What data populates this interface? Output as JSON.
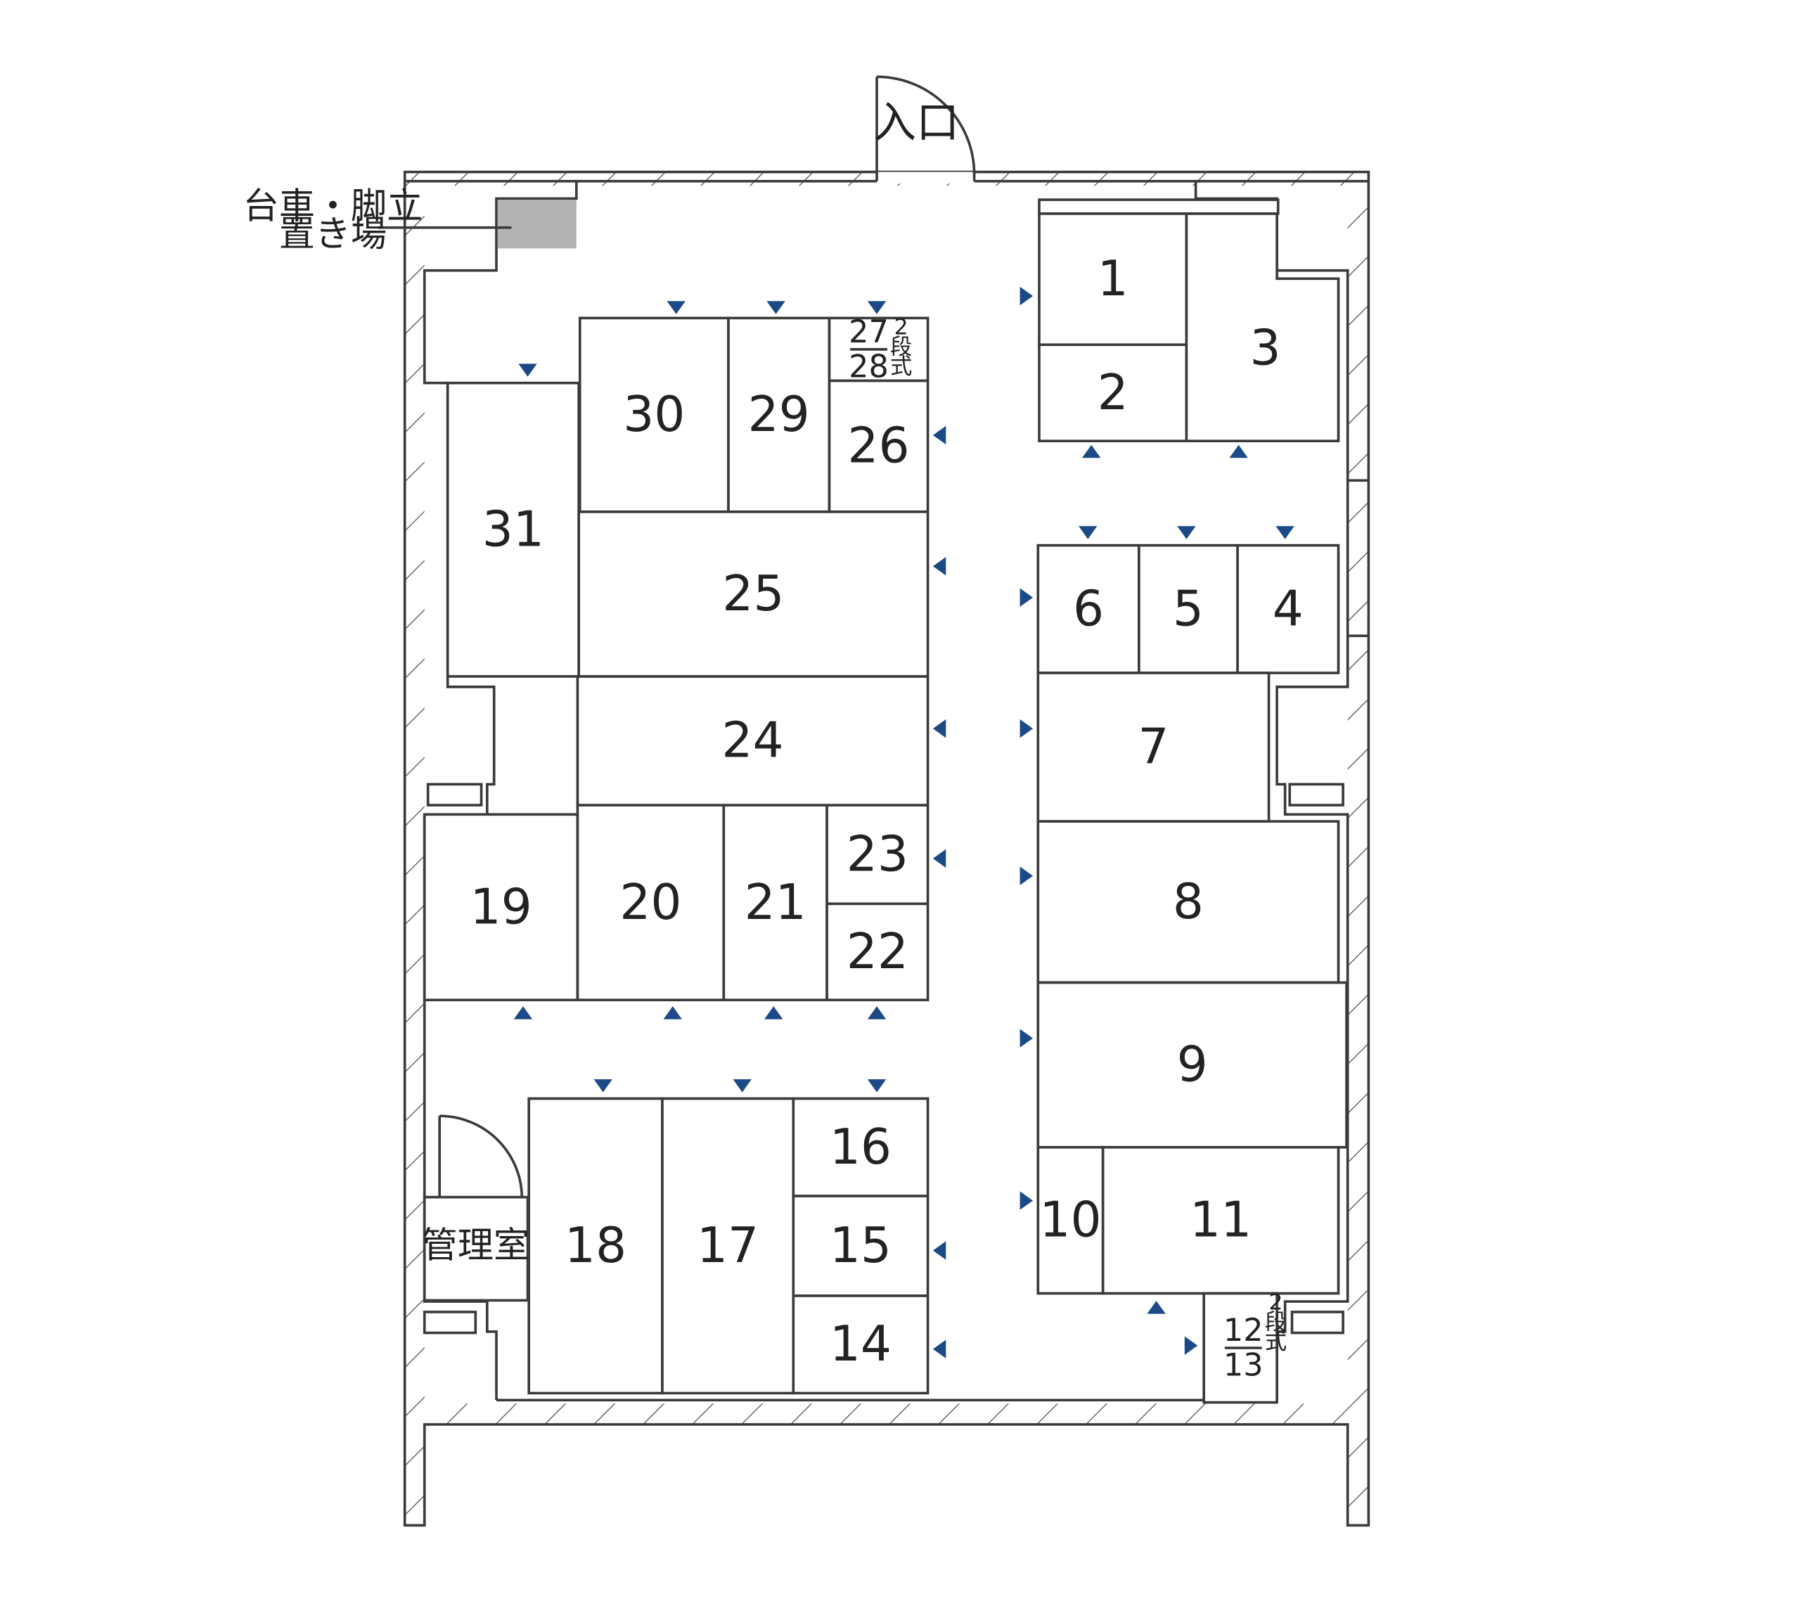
{
  "entrance": {
    "label": "入口"
  },
  "cart_area": {
    "label_line1": "台車・脚立",
    "label_line2": "置き場",
    "fill": "#b3b3b3"
  },
  "office": {
    "label": "管理室"
  },
  "arrow_color": "#1c4a86",
  "units": [
    {
      "id": "1",
      "label": "1"
    },
    {
      "id": "2",
      "label": "2"
    },
    {
      "id": "3",
      "label": "3"
    },
    {
      "id": "4",
      "label": "4"
    },
    {
      "id": "5",
      "label": "5"
    },
    {
      "id": "6",
      "label": "6"
    },
    {
      "id": "7",
      "label": "7"
    },
    {
      "id": "8",
      "label": "8"
    },
    {
      "id": "9",
      "label": "9"
    },
    {
      "id": "10",
      "label": "10"
    },
    {
      "id": "11",
      "label": "11"
    },
    {
      "id": "12-13",
      "label": "12/13",
      "top": "12",
      "bottom": "13",
      "note": "2段式"
    },
    {
      "id": "14",
      "label": "14"
    },
    {
      "id": "15",
      "label": "15"
    },
    {
      "id": "16",
      "label": "16"
    },
    {
      "id": "17",
      "label": "17"
    },
    {
      "id": "18",
      "label": "18"
    },
    {
      "id": "19",
      "label": "19"
    },
    {
      "id": "20",
      "label": "20"
    },
    {
      "id": "21",
      "label": "21"
    },
    {
      "id": "22",
      "label": "22"
    },
    {
      "id": "23",
      "label": "23"
    },
    {
      "id": "24",
      "label": "24"
    },
    {
      "id": "25",
      "label": "25"
    },
    {
      "id": "26",
      "label": "26"
    },
    {
      "id": "27-28",
      "label": "27/28",
      "top": "27",
      "bottom": "28",
      "note": "2段式"
    },
    {
      "id": "29",
      "label": "29"
    },
    {
      "id": "30",
      "label": "30"
    },
    {
      "id": "31",
      "label": "31"
    }
  ]
}
